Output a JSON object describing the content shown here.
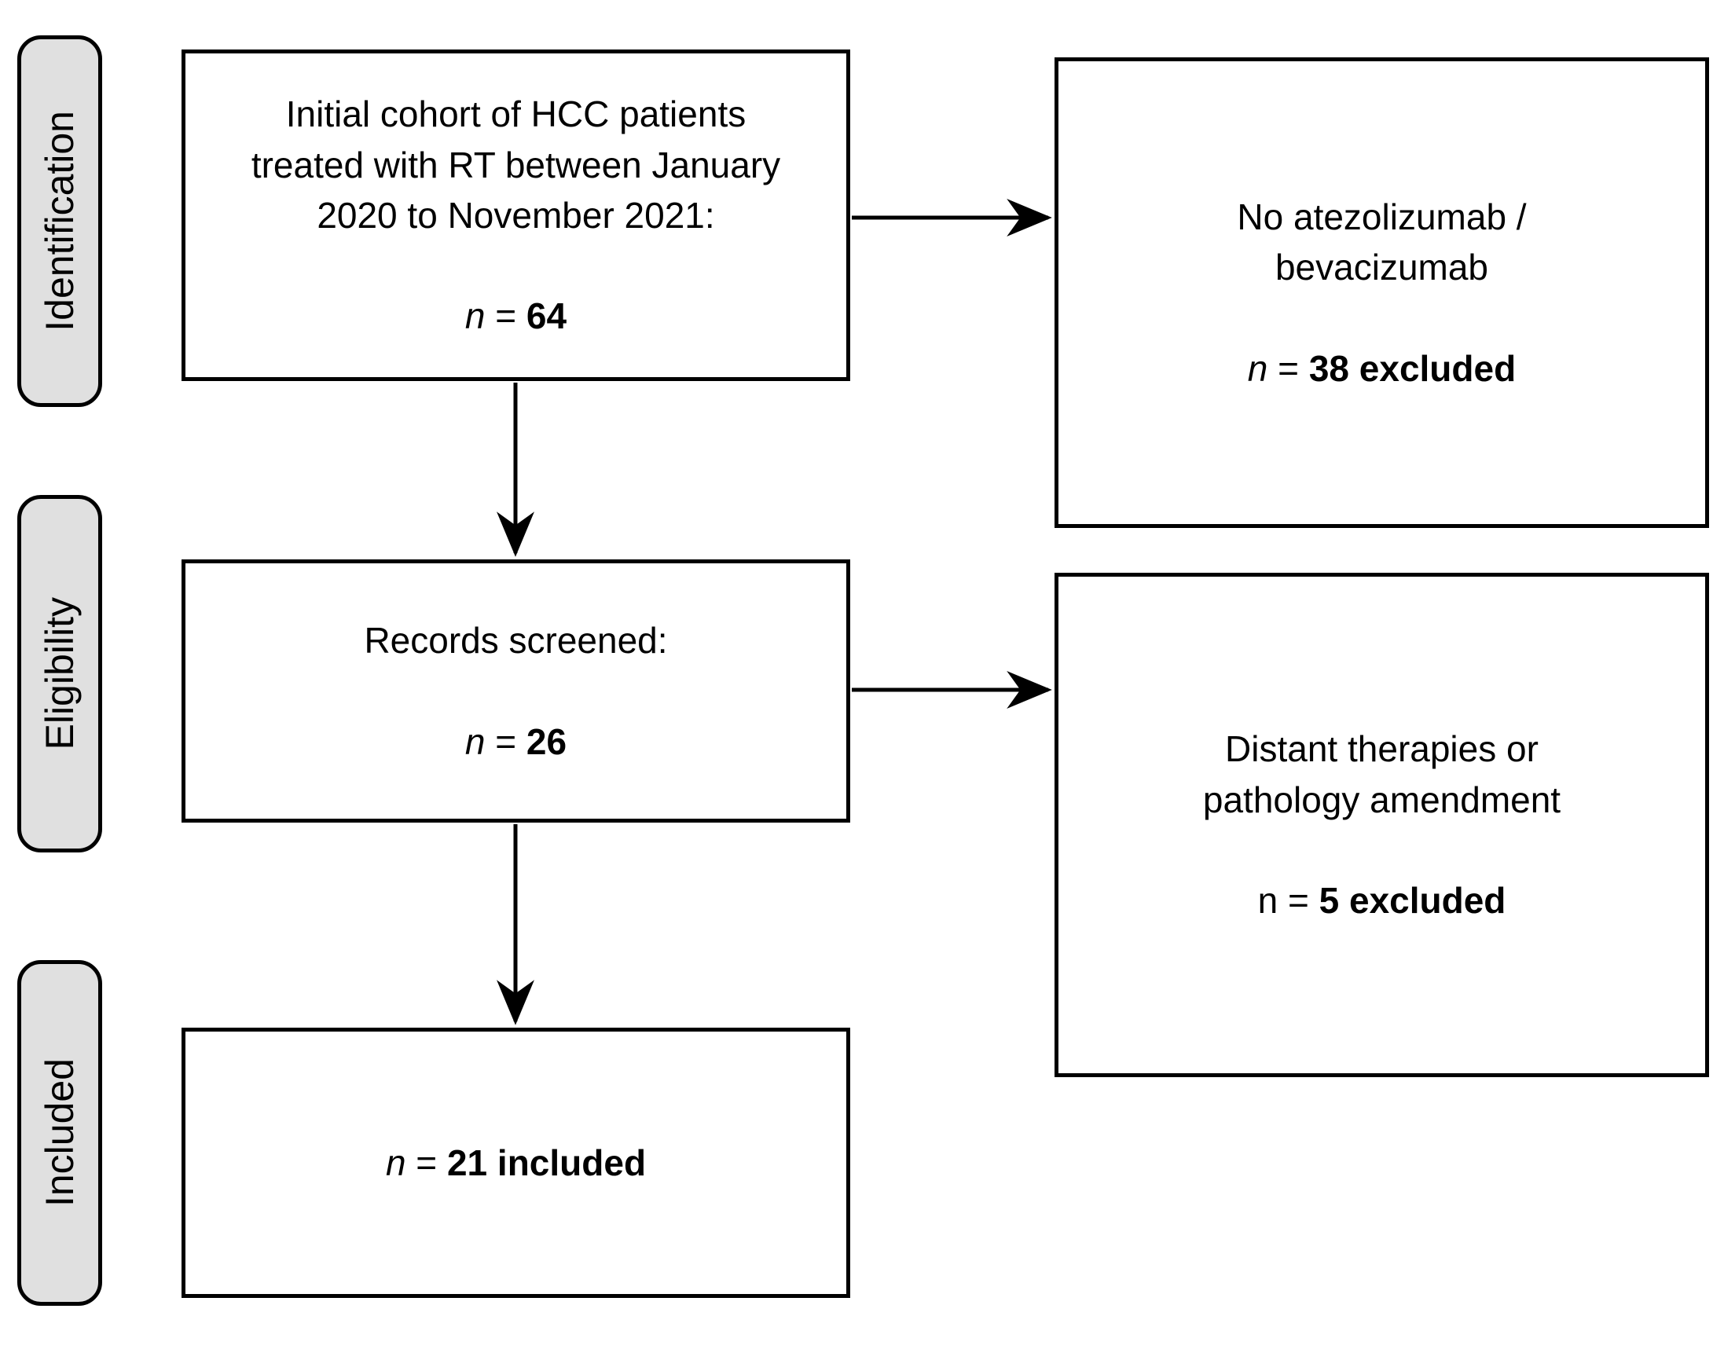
{
  "diagram": {
    "stage_labels": [
      {
        "label": "Identification"
      },
      {
        "label": "Eligibility"
      },
      {
        "label": "Included"
      }
    ],
    "boxes": {
      "initial_cohort": {
        "body": "Initial cohort of HCC patients\ntreated with RT between January\n2020 to November 2021:",
        "n": "n",
        "eq": " = ",
        "value": "64"
      },
      "no_atezo": {
        "body": "No atezolizumab /\nbevacizumab",
        "n": "n",
        "eq": " = ",
        "value": "38 excluded"
      },
      "records_screened": {
        "body": "Records screened:",
        "n": "n",
        "eq": " = ",
        "value": "26"
      },
      "distant_therapies": {
        "body": "Distant therapies or\npathology amendment",
        "n": "n",
        "eq": " = ",
        "value": "5 excluded"
      },
      "included": {
        "n": "n",
        "eq": " = ",
        "value": "21 included"
      }
    },
    "colors": {
      "stage_fill": "#e0e0e0",
      "border": "#000000",
      "background": "#ffffff"
    }
  }
}
